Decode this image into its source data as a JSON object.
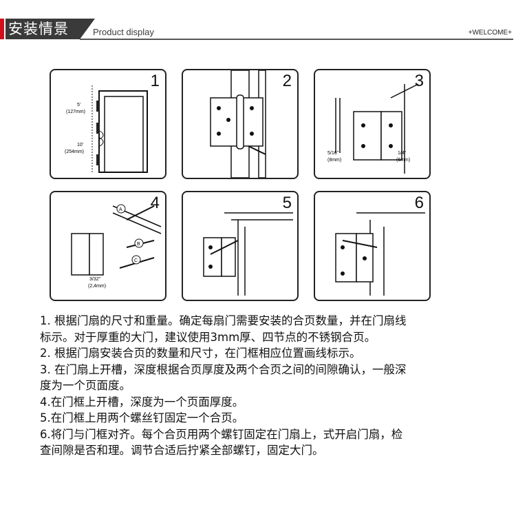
{
  "header": {
    "title": "安装情景",
    "subtitle": "Product display",
    "welcome": "+WELCOME+"
  },
  "figures": [
    {
      "number": "1",
      "labels": [
        "5'",
        "(127mm)",
        "10'",
        "(254mm)"
      ]
    },
    {
      "number": "2",
      "labels": []
    },
    {
      "number": "3",
      "labels": [
        "5/16\"",
        "(8mm)",
        "1/4\"",
        "(6mm)"
      ]
    },
    {
      "number": "4",
      "labels": [
        "A",
        "B",
        "C",
        "3/32\"",
        "(2,4mm)"
      ]
    },
    {
      "number": "5",
      "labels": []
    },
    {
      "number": "6",
      "labels": []
    }
  ],
  "steps": [
    "1. 根据门扇的尺寸和重量。确定每扇门需要安装的合页数量，并在门扇线",
    "标示。对于厚重的大门，建议使用3mm厚、四节点的不锈钢合页。",
    "2. 根据门扇安装合页的数量和尺寸，在门框相应位置画线标示。",
    "3. 在门扇上开槽，深度根据合页厚度及两个合页之间的间隙确认，一般深",
    "度为一个页面度。",
    "4.在门框上开槽，深度为一个页面厚度。",
    "5.在门框上用两个螺丝钉固定一个合页。",
    "6.将门与门框对齐。每个合页用两个螺钉固定在门扇上，式开启门扇，检",
    "查间隙是否和理。调节合适后拧紧全部螺钉，固定大门。"
  ]
}
